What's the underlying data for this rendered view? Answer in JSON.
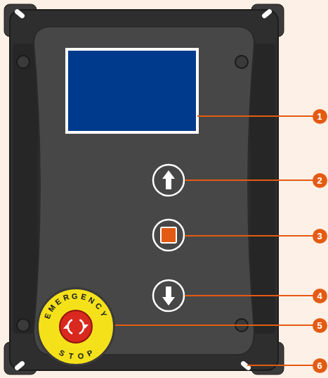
{
  "diagram": {
    "nodes": [
      {
        "text": [
          "EMERGENCY",
          "STOP"
        ]
      }
    ],
    "labels": [
      "1",
      "2",
      "3",
      "4",
      "5",
      "6"
    ]
  }
}
